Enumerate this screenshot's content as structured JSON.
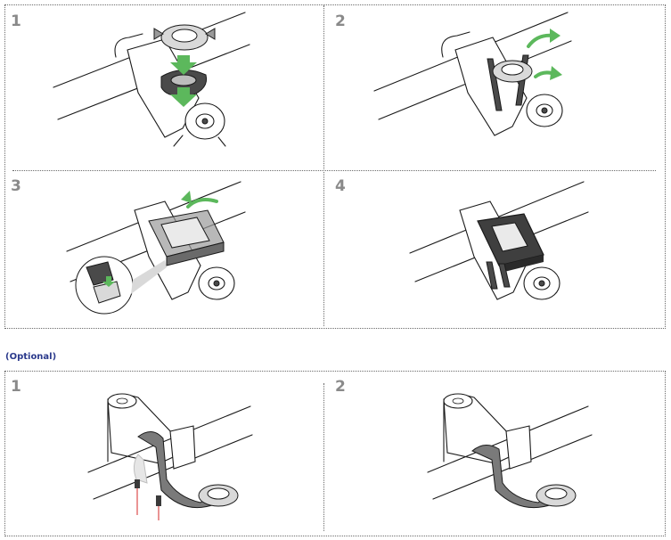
{
  "main_steps": [
    "1",
    "2",
    "3",
    "4"
  ],
  "optional": {
    "label": "(Optional)",
    "steps": [
      "1",
      "2"
    ]
  }
}
